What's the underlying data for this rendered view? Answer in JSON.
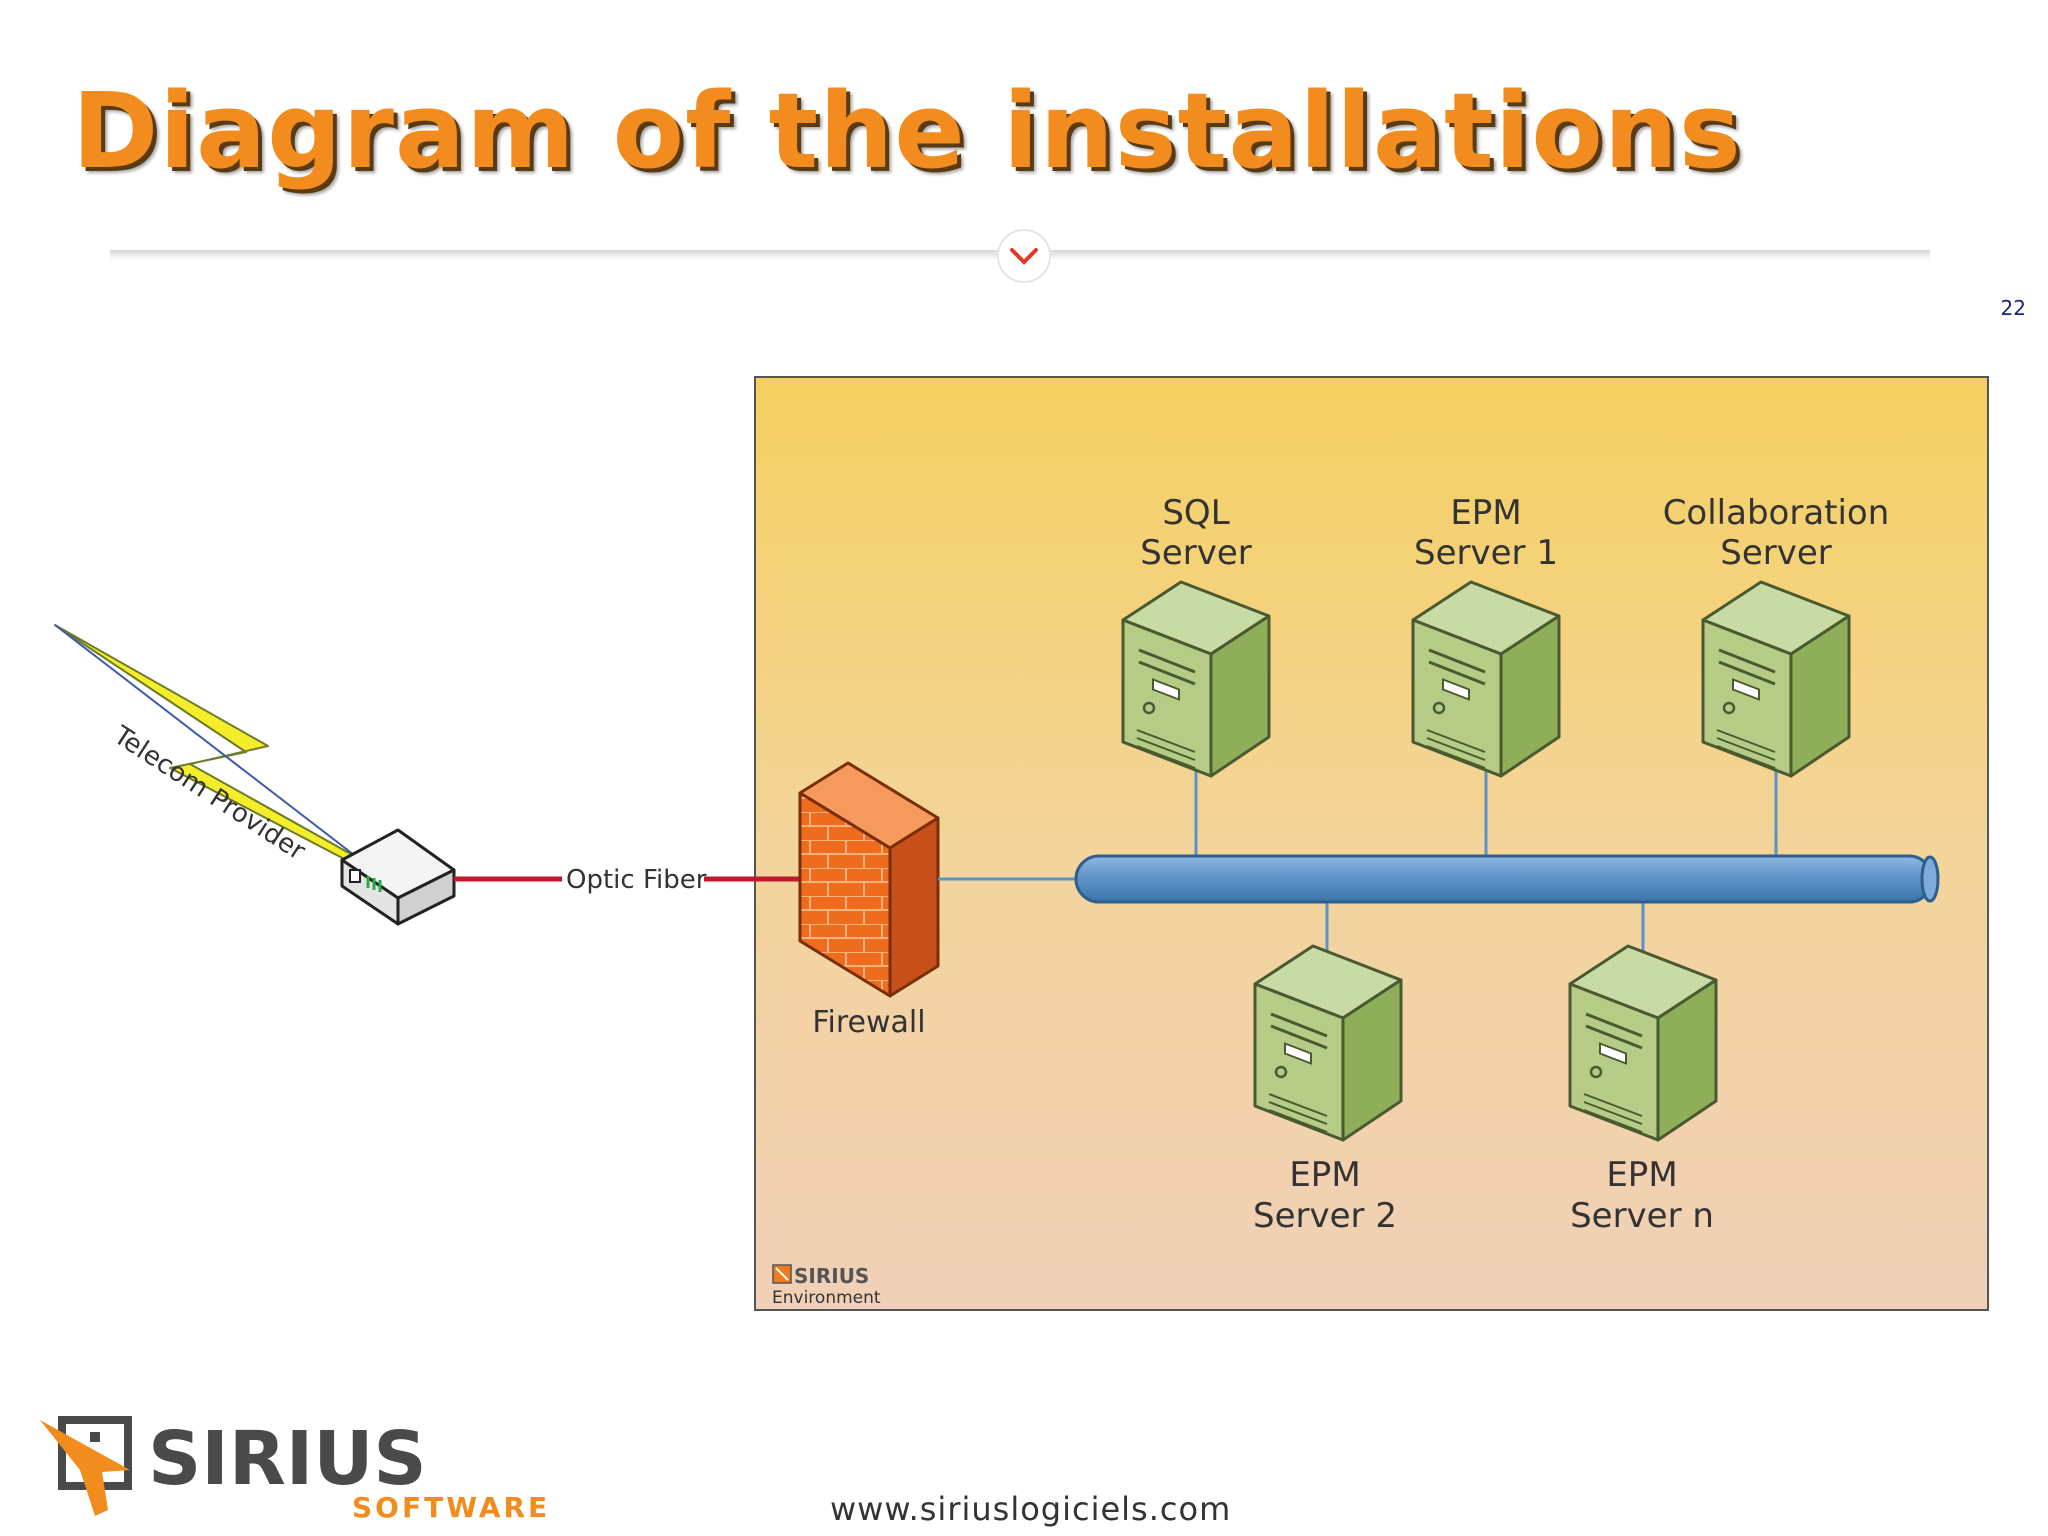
{
  "slide": {
    "title": "Diagram of the installations",
    "page_number": "22",
    "website": "www.siriuslogiciels.com"
  },
  "diagram": {
    "telecom_label": "Telecom Provider",
    "link_label": "Optic Fiber",
    "firewall_label": "Firewall",
    "servers": {
      "sql": [
        "SQL",
        "Server"
      ],
      "epm1": [
        "EPM",
        "Server 1"
      ],
      "collab": [
        "Collaboration",
        "Server"
      ],
      "epm2": [
        "EPM",
        "Server 2"
      ],
      "epmn": [
        "EPM",
        "Server n"
      ]
    },
    "environment_logo": "SIRIUS",
    "environment_label": "Environment"
  },
  "footer_logo": {
    "name": "SIRIUS",
    "sub": "SOFTWARE"
  },
  "colors": {
    "title_orange": "#f28c1e",
    "env_top": "#f5d060",
    "env_bottom": "#f0d0b8",
    "server_green": "#8fae5a",
    "bus_blue": "#5b92c8",
    "firewall_orange": "#ef6b1e",
    "fiber_red": "#c0192c"
  }
}
